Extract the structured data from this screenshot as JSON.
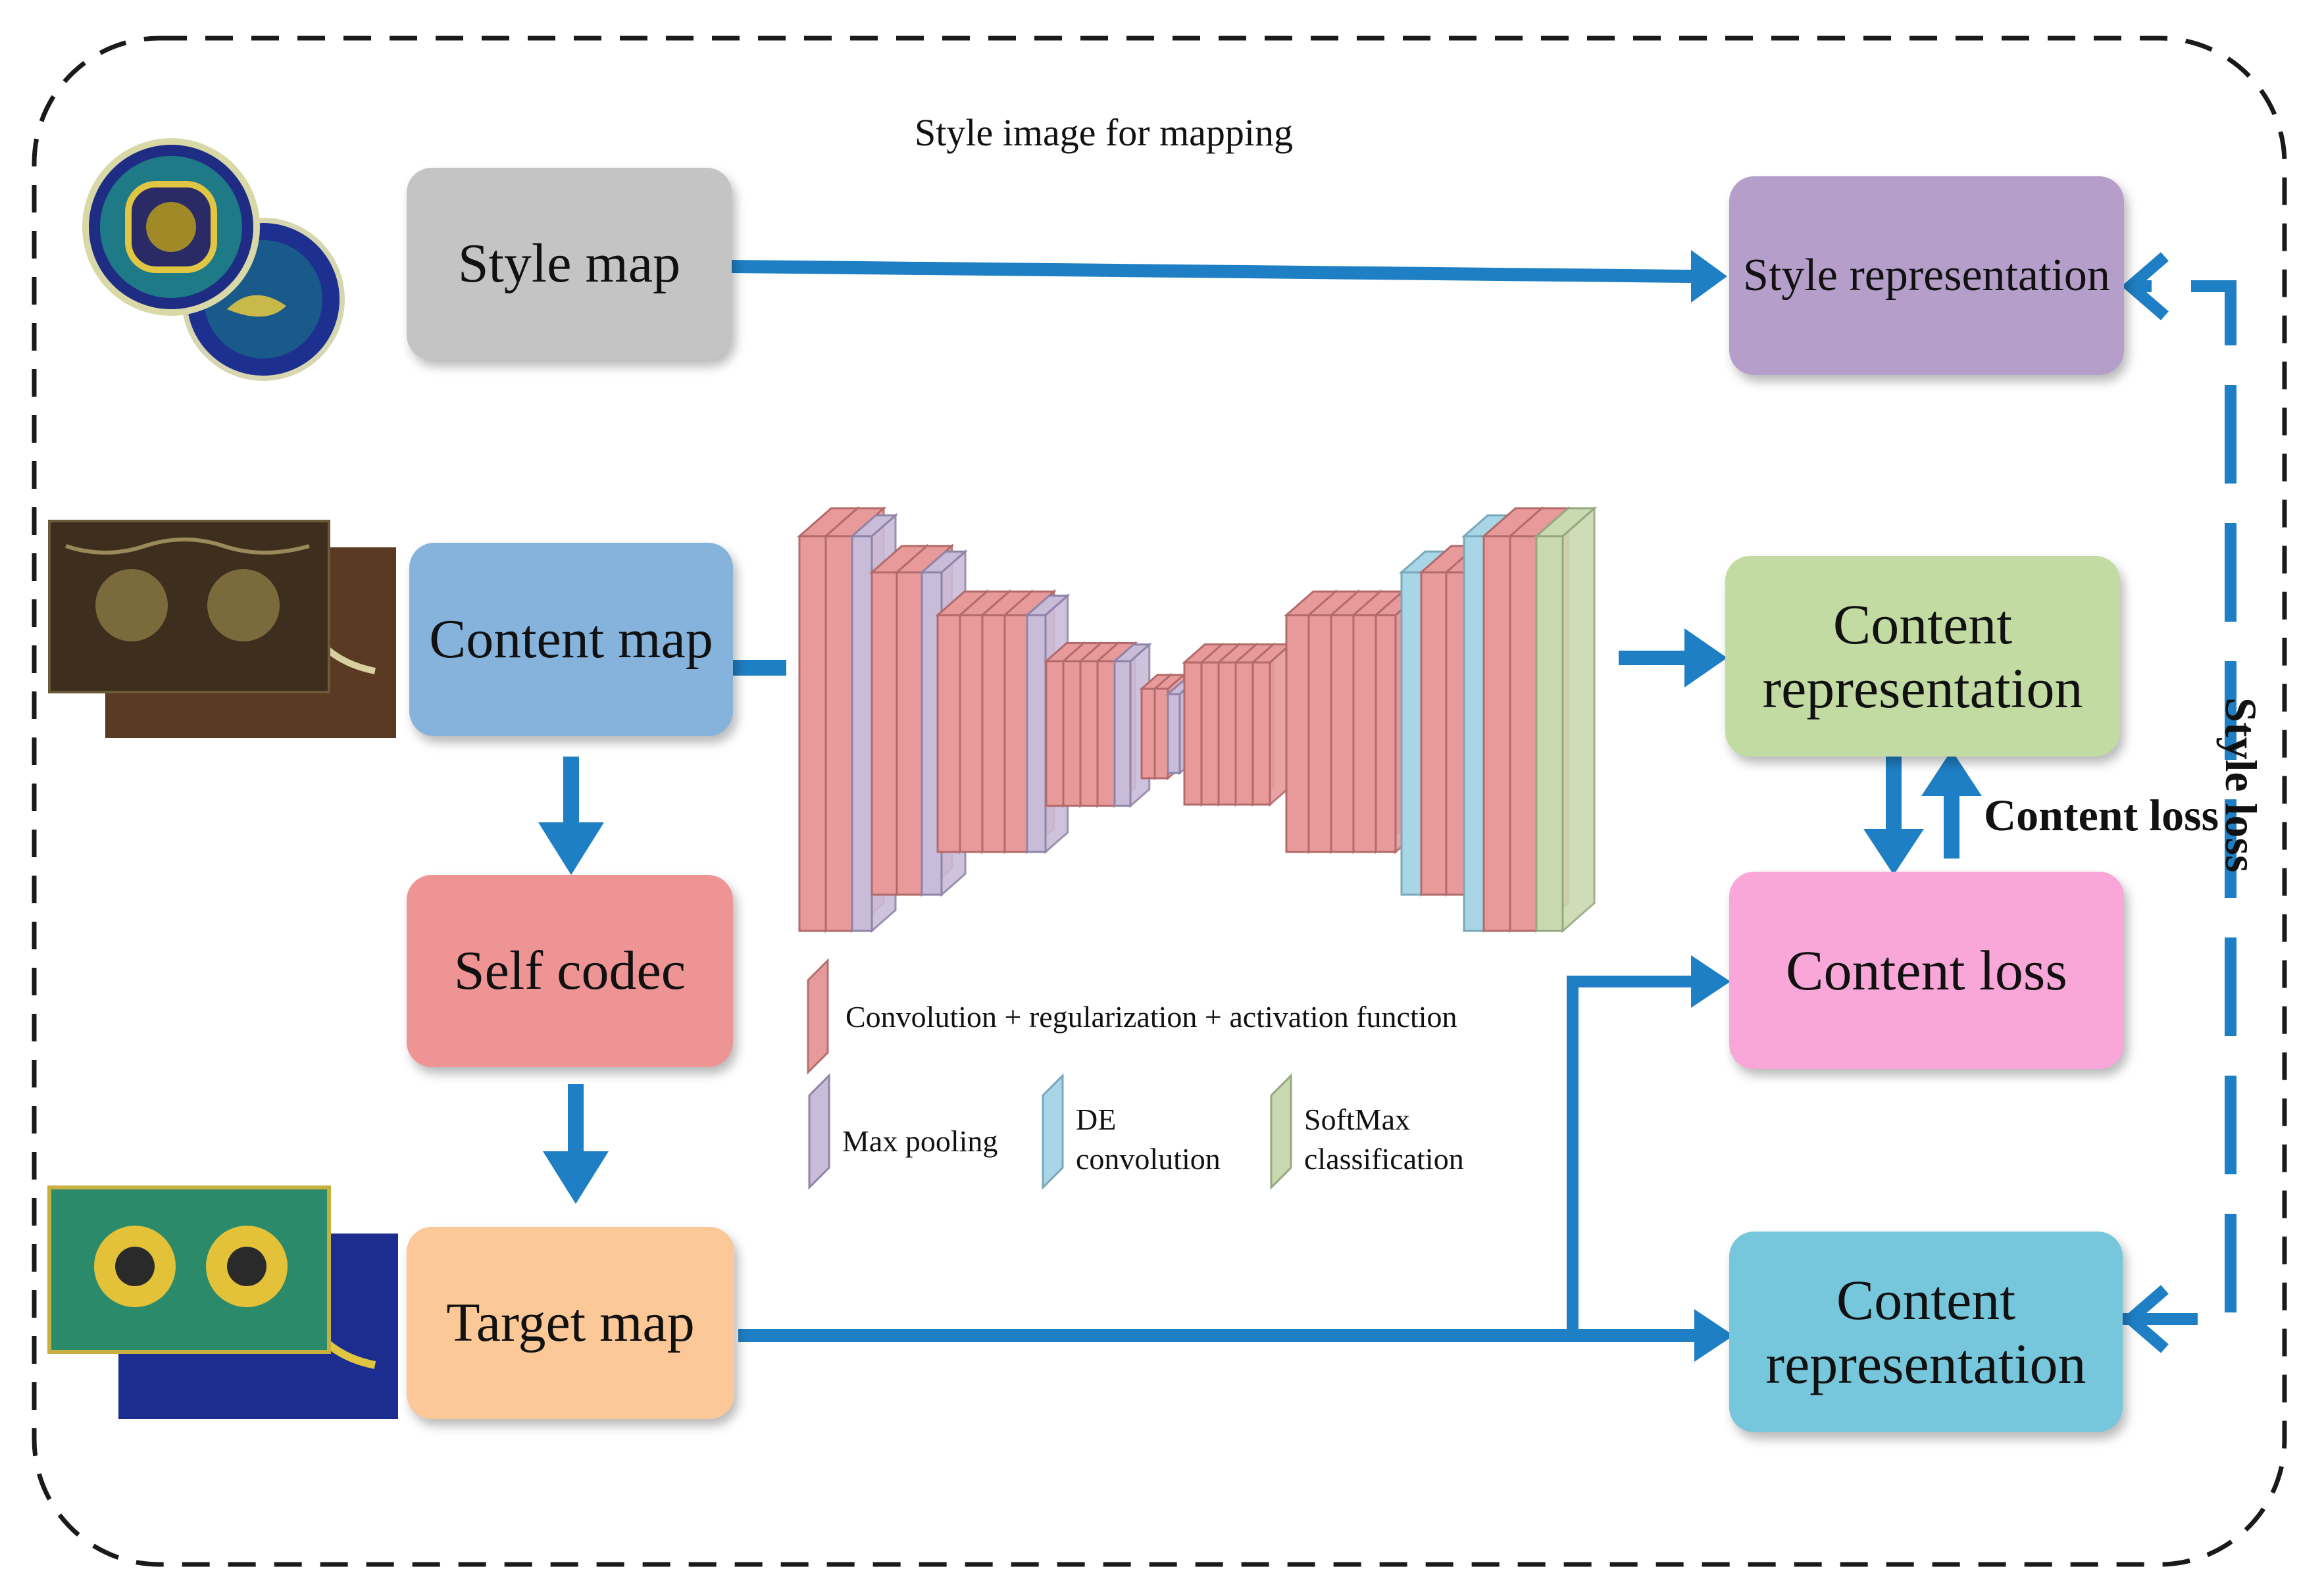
{
  "title": "Style image for mapping",
  "boxes": {
    "style_map": "Style map",
    "content_map": "Content map",
    "self_codec": "Self codec",
    "target_map": "Target map",
    "style_representation": "Style representation",
    "content_representation_top": [
      "Content",
      "representation"
    ],
    "content_loss_box": "Content loss",
    "content_representation_bottom": [
      "Content",
      "representation"
    ]
  },
  "side_labels": {
    "content_loss": "Content loss",
    "style_loss": "Style loss"
  },
  "legend": {
    "conv": "Convolution + regularization + activation function",
    "max_pooling": "Max pooling",
    "de_convolution": [
      "DE",
      "convolution"
    ],
    "softmax": [
      "SoftMax",
      "classification"
    ]
  },
  "colors": {
    "arrow": "#1f7fc4",
    "style_map": "#c4c4c4",
    "content_map": "#86b3dc",
    "self_codec": "#ee9494",
    "target_map": "#fcc898",
    "style_representation": "#b59ec9",
    "content_representation_top": "#c2dba2",
    "content_loss_box": "#f9a6d8",
    "content_representation_bottom": "#76c7dc",
    "conv_layer": "#e89a9a",
    "pool_layer": "#c9bcd9",
    "deconv_layer": "#a8d6e6",
    "softmax_layer": "#c9d9b0"
  }
}
